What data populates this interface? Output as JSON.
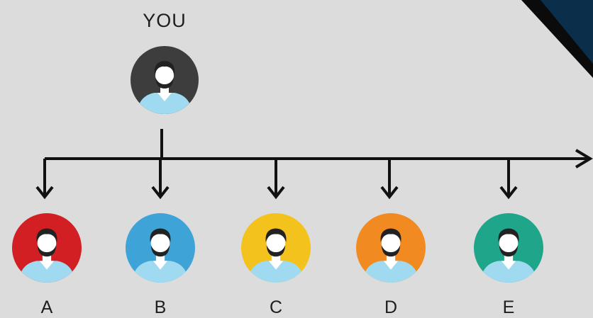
{
  "root": {
    "label": "YOU",
    "color": "#3d3d3d"
  },
  "children": [
    {
      "label": "A",
      "color": "#d21f24"
    },
    {
      "label": "B",
      "color": "#3ea3d6"
    },
    {
      "label": "C",
      "color": "#f4c21c"
    },
    {
      "label": "D",
      "color": "#f28a22"
    },
    {
      "label": "E",
      "color": "#1ea58a"
    }
  ],
  "colors": {
    "background": "#dcdcdc",
    "connector": "#111111",
    "corner_dark": "#0b0b0b",
    "corner_navy": "#0b2f4b",
    "shirt": "#9fdaf0",
    "skin": "#ffffff",
    "hair": "#222222"
  }
}
